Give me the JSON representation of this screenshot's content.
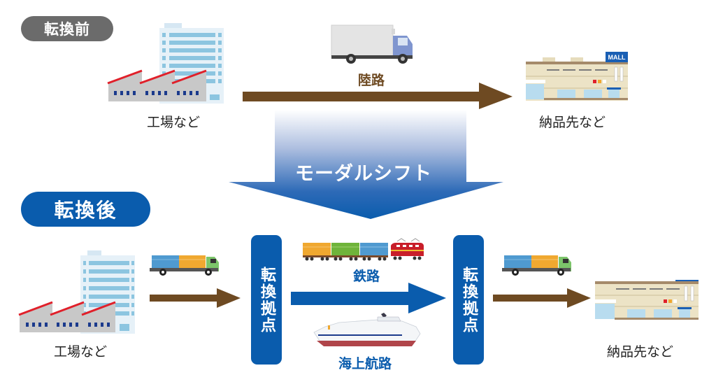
{
  "before": {
    "badge": "転換前",
    "origin_label": "工場など",
    "route_label": "陸路",
    "destination_label": "納品先など",
    "mall_sign": "MALL"
  },
  "shift": {
    "label": "モーダルシフト"
  },
  "after": {
    "badge": "転換後",
    "origin_label": "工場など",
    "hub_left_label": "転換拠点",
    "hub_right_label": "転換拠点",
    "rail_label": "鉄路",
    "sea_label": "海上航路",
    "destination_label": "納品先など"
  },
  "colors": {
    "brown_arrow": "#6e4a22",
    "blue_primary": "#0a5cad",
    "gray_badge": "#6b6b6b",
    "factory_roof": "#e0202a"
  }
}
